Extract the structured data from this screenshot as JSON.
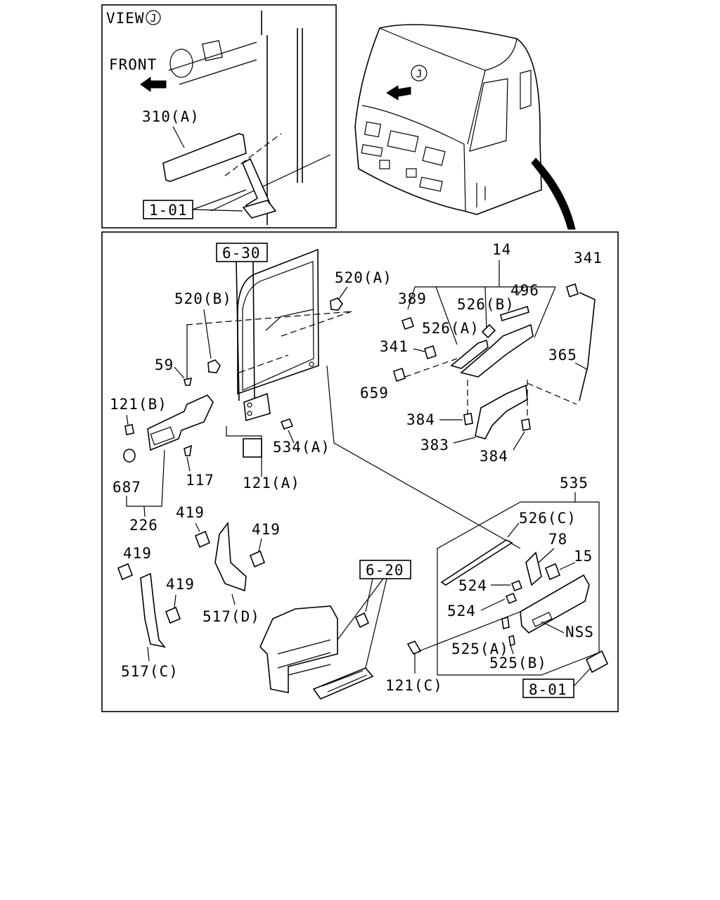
{
  "view_inset": {
    "view_label": "VIEW",
    "view_letter": "J",
    "front_label": "FRONT",
    "labels": {
      "p310a": "310(A)",
      "ref_101": "1-01"
    }
  },
  "cab_view": {
    "view_letter": "J"
  },
  "main": {
    "references": {
      "ref_630": "6-30",
      "ref_620": "6-20",
      "ref_801": "8-01"
    },
    "labels": {
      "p520a": "520(A)",
      "p520b": "520(B)",
      "p59": "59",
      "p121b": "121(B)",
      "p687": "687",
      "p226": "226",
      "p117": "117",
      "p121a": "121(A)",
      "p534a": "534(A)",
      "p14": "14",
      "p389": "389",
      "p526b": "526(B)",
      "p496": "496",
      "p526a": "526(A)",
      "p341a": "341",
      "p341b": "341",
      "p659": "659",
      "p365": "365",
      "p384a": "384",
      "p383": "383",
      "p384b": "384",
      "p419a": "419",
      "p419b": "419",
      "p419c": "419",
      "p419d": "419",
      "p517d": "517(D)",
      "p517c": "517(C)",
      "p535": "535",
      "p526c": "526(C)",
      "p78": "78",
      "p15": "15",
      "p524a": "524",
      "p524b": "524",
      "p525a": "525(A)",
      "p525b": "525(B)",
      "nss": "NSS",
      "p121c": "121(C)"
    }
  }
}
